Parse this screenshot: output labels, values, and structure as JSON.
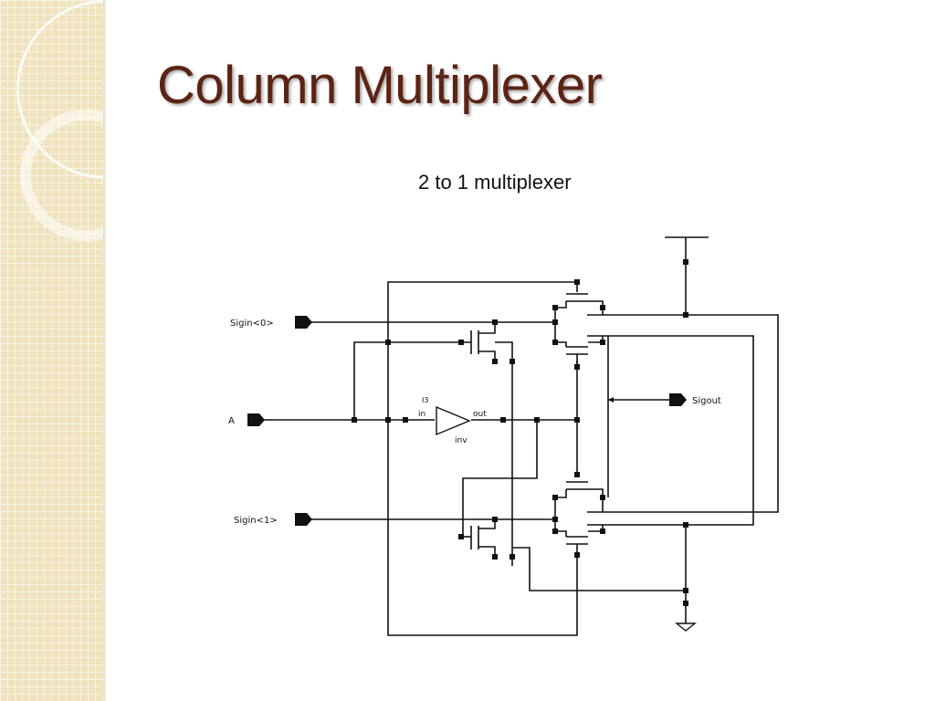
{
  "slide": {
    "title": "Column Multiplexer",
    "caption": "2 to 1 multiplexer"
  },
  "schematic": {
    "pins": {
      "sigin0": "Sigin<0>",
      "sigin1": "Sigin<1>",
      "a": "A",
      "sigout": "Sigout"
    },
    "inverter": {
      "instance": "I3",
      "in_label": "in",
      "out_label": "out",
      "cell_name": "inv"
    }
  }
}
